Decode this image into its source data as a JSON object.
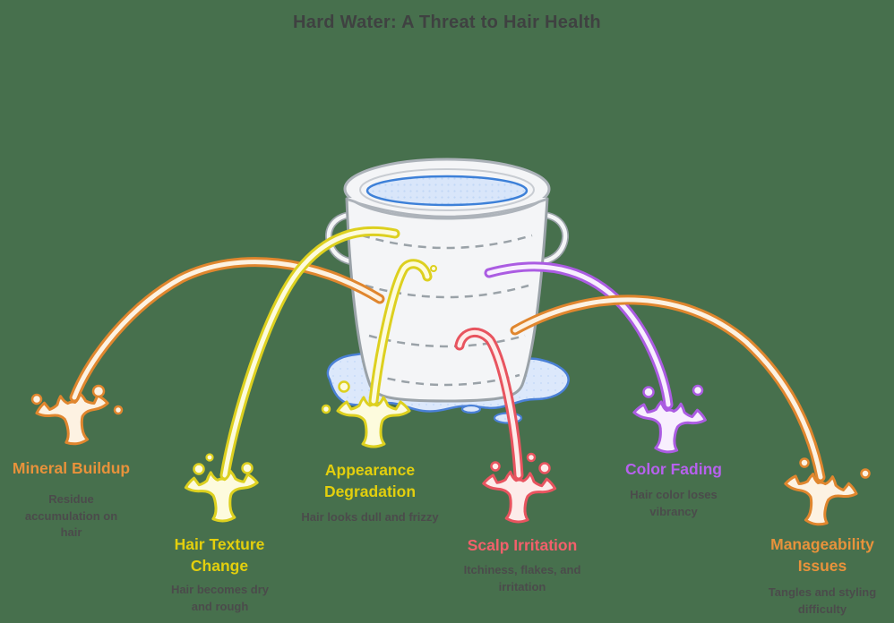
{
  "title": "Hard Water: A Threat to Hair Health",
  "colors": {
    "bg": "#47704d",
    "title_color": "#3f4141",
    "desc_color": "#4b4b4b",
    "orange": "#e0862e",
    "orange_light": "#fdf2e2",
    "yellow": "#ddd01f",
    "yellow_light": "#fdfbdd",
    "red": "#e8545f",
    "red_light": "#fdecea",
    "purple": "#ab5ce2",
    "purple_light": "#f8effe",
    "blue": "#4a80d6",
    "blue_light": "#dce8fb",
    "bucket_fill": "#f4f5f7",
    "bucket_stroke": "#9aa2a8",
    "rim_stroke": "#adb3ba",
    "lip_stroke": "#c8ccd2",
    "water_stroke": "#3d80d8",
    "water_fill": "#d9e6fa"
  },
  "items": [
    {
      "label": "Mineral Buildup",
      "description": "Residue accumulation on hair",
      "color": "#e8923b"
    },
    {
      "label": "Hair Texture Change",
      "description": "Hair becomes dry and rough",
      "color": "#e3cf0d"
    },
    {
      "label": "Appearance Degradation",
      "description": "Hair looks dull and frizzy",
      "color": "#e3cf0d"
    },
    {
      "label": "Scalp Irritation",
      "description": "Itchiness, flakes, and irritation",
      "color": "#f2606b"
    },
    {
      "label": "Color Fading",
      "description": "Hair color loses vibrancy",
      "color": "#b761ee"
    },
    {
      "label": "Manageability Issues",
      "description": "Tangles and styling difficulty",
      "color": "#e8923b"
    }
  ]
}
